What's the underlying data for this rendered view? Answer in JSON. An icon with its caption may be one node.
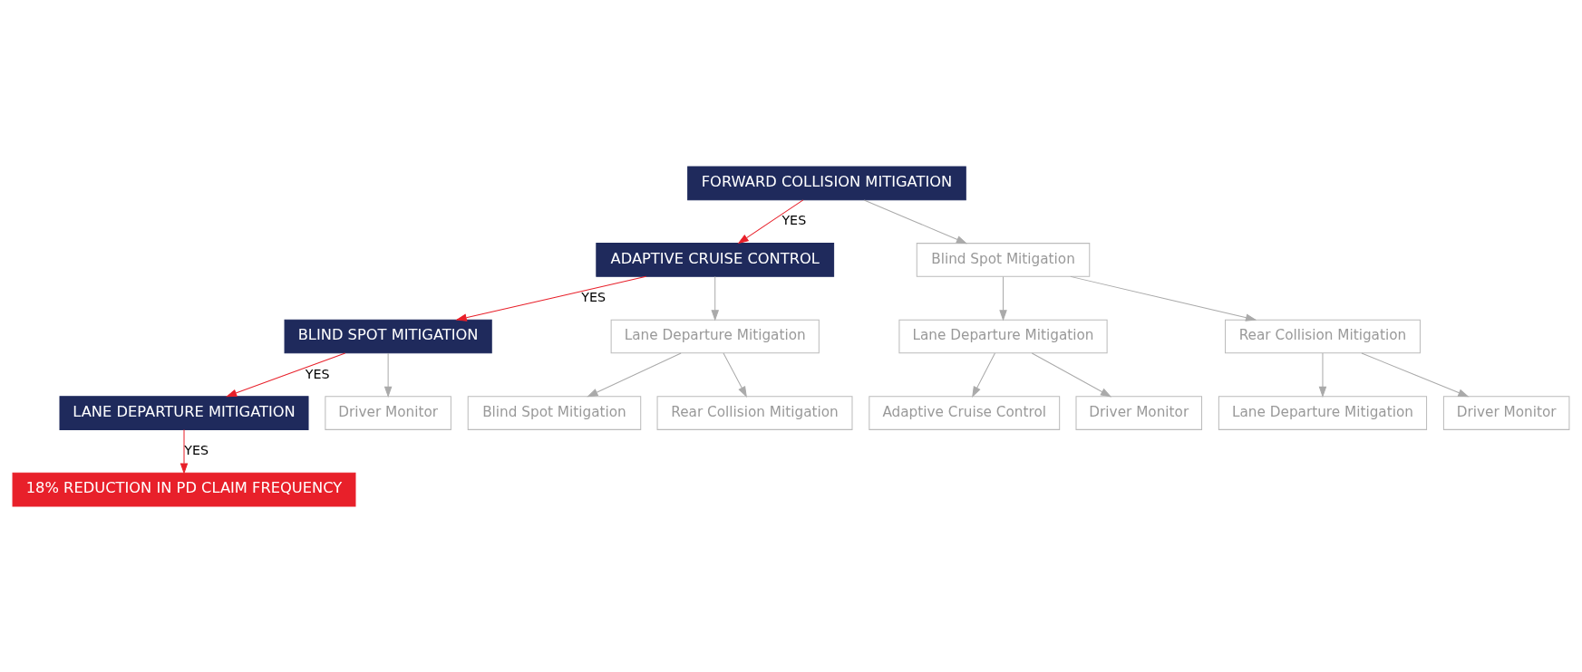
{
  "diagram": {
    "nodes": [
      {
        "text": [
          "FORWARD COLLISION MITIGATION"
        ]
      },
      {
        "text": [
          "ADAPTIVE CRUISE CONTROL"
        ]
      },
      {
        "text": [
          "Blind Spot Mitigation"
        ]
      },
      {
        "text": [
          "BLIND SPOT MITIGATION"
        ]
      },
      {
        "text": [
          "Lane Departure Mitigation"
        ]
      },
      {
        "text": [
          "Lane Departure Mitigation"
        ]
      },
      {
        "text": [
          "Rear Collision Mitigation"
        ]
      },
      {
        "text": [
          "LANE DEPARTURE MITIGATION"
        ]
      },
      {
        "text": [
          "Driver Monitor"
        ]
      },
      {
        "text": [
          "Blind Spot Mitigation"
        ]
      },
      {
        "text": [
          "Rear Collision Mitigation"
        ]
      },
      {
        "text": [
          "Adaptive Cruise Control"
        ]
      },
      {
        "text": [
          "Driver Monitor"
        ]
      },
      {
        "text": [
          "Lane Departure Mitigation"
        ]
      },
      {
        "text": [
          "Driver Monitor"
        ]
      },
      {
        "text": [
          "18% REDUCTION IN PD CLAIM FREQUENCY"
        ]
      }
    ],
    "edges": [
      {
        "from": 0,
        "to": 1,
        "arrow": "to",
        "label": "YES",
        "color": "#e8202a"
      },
      {
        "from": 0,
        "to": 2,
        "arrow": "to"
      },
      {
        "from": 1,
        "to": 3,
        "arrow": "to",
        "label": "YES",
        "color": "#e8202a"
      },
      {
        "from": 1,
        "to": 4,
        "arrow": "to"
      },
      {
        "from": 2,
        "to": 5,
        "arrow": "to"
      },
      {
        "from": 2,
        "to": 6,
        "arrow": "to"
      },
      {
        "from": 3,
        "to": 7,
        "arrow": "to",
        "label": "YES",
        "color": "#e8202a"
      },
      {
        "from": 3,
        "to": 8,
        "arrow": "to"
      },
      {
        "from": 4,
        "to": 9,
        "arrow": "to"
      },
      {
        "from": 4,
        "to": 10,
        "arrow": "to"
      },
      {
        "from": 5,
        "to": 11,
        "arrow": "to"
      },
      {
        "from": 5,
        "to": 12,
        "arrow": "to"
      },
      {
        "from": 6,
        "to": 13,
        "arrow": "to"
      },
      {
        "from": 6,
        "to": 14,
        "arrow": "to"
      },
      {
        "from": 7,
        "to": 15,
        "arrow": "to",
        "label": "YES",
        "color": "#e8202a"
      }
    ]
  }
}
